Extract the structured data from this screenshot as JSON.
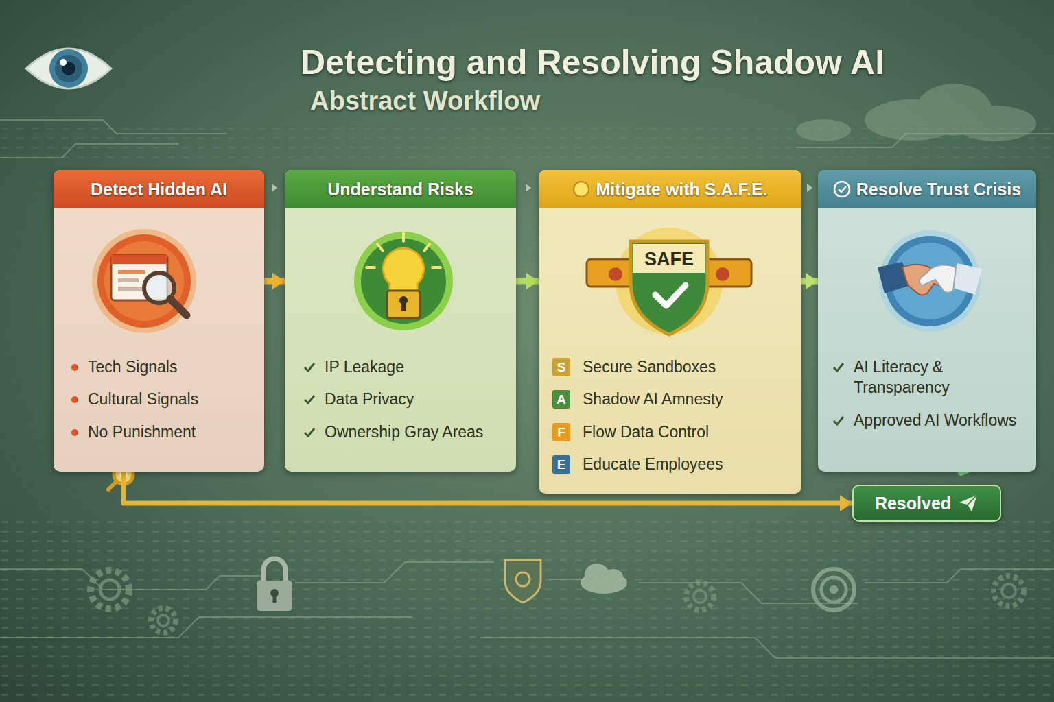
{
  "diagram": {
    "title": "Detecting and Resolving Shadow AI",
    "nodes": [
      {
        "text": [
          "Detect Hidden AI",
          "Tech Signals",
          "Cultural Signals",
          "No Punishment"
        ]
      },
      {
        "text": [
          "Understand Risks",
          "IP Leakage",
          "Data Privacy",
          "Ownership Gray Areas"
        ]
      },
      {
        "text": [
          "Mitigate with S.A.F.E.",
          "Secure Sandboxes",
          "Shadow AI Amnesty",
          "Flow Data Control",
          "Educate Employees"
        ]
      },
      {
        "text": [
          "Resolve Trust Crisis",
          "AI Literacy & Transparency",
          "Approved AI Workflows"
        ]
      },
      {
        "text": [
          "Resolved"
        ]
      }
    ],
    "edges": [
      {
        "from": 0,
        "to": 1,
        "arrow": "to"
      },
      {
        "from": 1,
        "to": 2,
        "arrow": "to"
      },
      {
        "from": 2,
        "to": 3,
        "arrow": "to"
      },
      {
        "from": 0,
        "to": 4,
        "arrow": "to"
      }
    ],
    "labels": [
      "Abstract Workflow",
      "SAFE",
      "S",
      "A",
      "F",
      "E"
    ]
  }
}
